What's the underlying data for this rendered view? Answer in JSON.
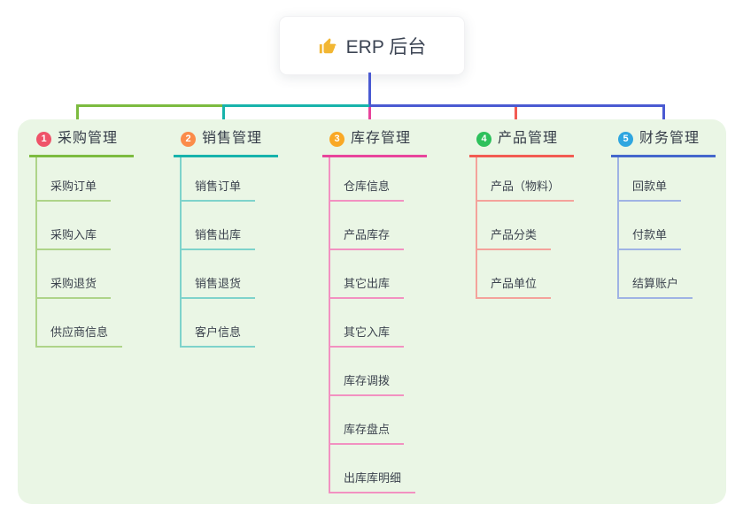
{
  "root": {
    "label": "ERP 后台",
    "icon": "thumbs-up-icon",
    "icon_color": "#f2b632"
  },
  "connector": {
    "trunk_color": "#4a5ad2"
  },
  "panel": {
    "background": "#eaf6e5"
  },
  "branches": [
    {
      "num": "1",
      "title": "采购管理",
      "color": "#7cbb3f",
      "light": "#aed489",
      "badge": "#ef5369",
      "children": [
        "采购订单",
        "采购入库",
        "采购退货",
        "供应商信息"
      ]
    },
    {
      "num": "2",
      "title": "销售管理",
      "color": "#17b3ab",
      "light": "#7ed3cb",
      "badge": "#fb8c4a",
      "children": [
        "销售订单",
        "销售出库",
        "销售退货",
        "客户信息"
      ]
    },
    {
      "num": "3",
      "title": "库存管理",
      "color": "#e8449b",
      "light": "#f291c1",
      "badge": "#f9a825",
      "children": [
        "仓库信息",
        "产品库存",
        "其它出库",
        "其它入库",
        "库存调拨",
        "库存盘点",
        "出库库明细"
      ]
    },
    {
      "num": "4",
      "title": "产品管理",
      "color": "#f25b52",
      "light": "#f4a29b",
      "badge": "#2ec15c",
      "children": [
        "产品（物料）",
        "产品分类",
        "产品单位"
      ]
    },
    {
      "num": "5",
      "title": "财务管理",
      "color": "#4467cc",
      "light": "#9fb3e4",
      "badge": "#2fa6e0",
      "children": [
        "回款单",
        "付款单",
        "结算账户"
      ]
    }
  ]
}
